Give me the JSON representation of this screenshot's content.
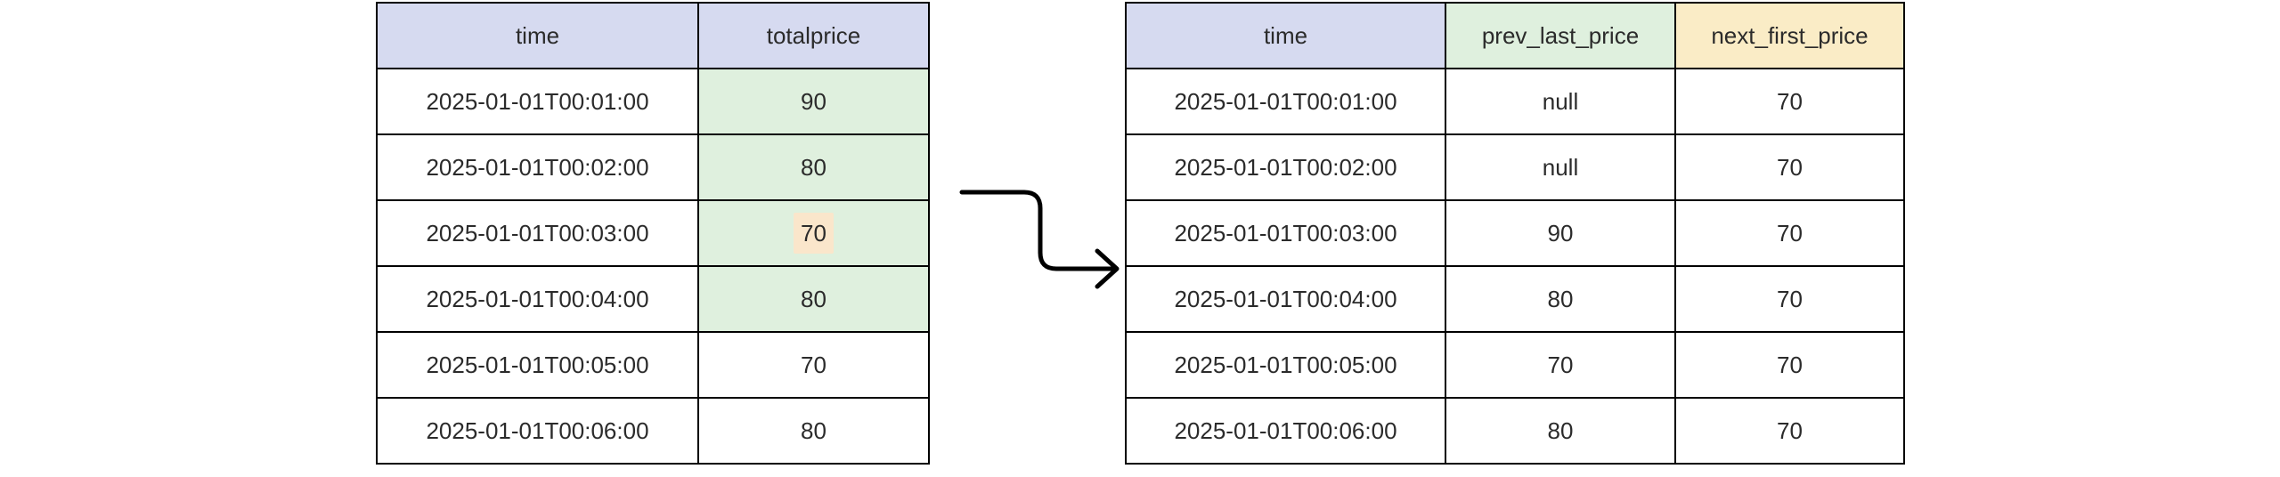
{
  "colors": {
    "header-lavender": "#d6daf0",
    "header-green": "#dff0de",
    "header-cream": "#faecc6",
    "cell-green": "#dff0de",
    "highlight-peach": "#fae6cb",
    "border": "#000000",
    "text": "#2b2b2b",
    "arrow": "#000000"
  },
  "left_table": {
    "headers": [
      "time",
      "totalprice"
    ],
    "rows": [
      {
        "time": "2025-01-01T00:01:00",
        "totalprice": "90"
      },
      {
        "time": "2025-01-01T00:02:00",
        "totalprice": "80"
      },
      {
        "time": "2025-01-01T00:03:00",
        "totalprice": "70"
      },
      {
        "time": "2025-01-01T00:04:00",
        "totalprice": "80"
      },
      {
        "time": "2025-01-01T00:05:00",
        "totalprice": "70"
      },
      {
        "time": "2025-01-01T00:06:00",
        "totalprice": "80"
      }
    ]
  },
  "right_table": {
    "headers": [
      "time",
      "prev_last_price",
      "next_first_price"
    ],
    "rows": [
      {
        "time": "2025-01-01T00:01:00",
        "prev_last_price": "null",
        "next_first_price": "70"
      },
      {
        "time": "2025-01-01T00:02:00",
        "prev_last_price": "null",
        "next_first_price": "70"
      },
      {
        "time": "2025-01-01T00:03:00",
        "prev_last_price": "90",
        "next_first_price": "70"
      },
      {
        "time": "2025-01-01T00:04:00",
        "prev_last_price": "80",
        "next_first_price": "70"
      },
      {
        "time": "2025-01-01T00:05:00",
        "prev_last_price": "70",
        "next_first_price": "70"
      },
      {
        "time": "2025-01-01T00:06:00",
        "prev_last_price": "80",
        "next_first_price": "70"
      }
    ]
  }
}
